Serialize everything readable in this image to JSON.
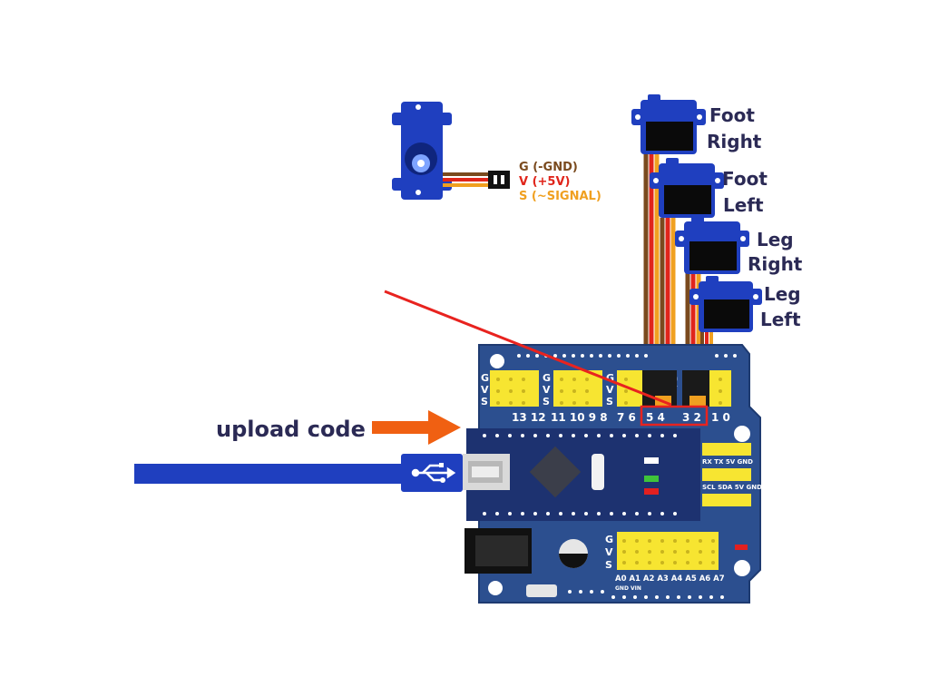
{
  "colors": {
    "board": "#2c4f8f",
    "board_edge": "#1e3a70",
    "header_yellow": "#f7e531",
    "nano": "#1d3270",
    "usb_cable": "#1f3fbf",
    "arrow_orange": "#f06012",
    "pointer_red": "#e8231f",
    "servo_blue": "#1f3fbf",
    "text_dark": "#2b2a55",
    "wire_brown": "#7a4a1e",
    "wire_red": "#e0251b",
    "wire_orange": "#f0a020"
  },
  "legend": {
    "g": "G (-GND)",
    "v": "V (+5V)",
    "s": "S (~SIGNAL)"
  },
  "servos": [
    {
      "label1": "Foot",
      "label2": "Right"
    },
    {
      "label1": "Foot",
      "label2": "Left"
    },
    {
      "label1": "Leg",
      "label2": "Right"
    },
    {
      "label1": "Leg",
      "label2": "Left"
    }
  ],
  "upload_label": "upload code",
  "board": {
    "gvs": [
      "G",
      "V",
      "S"
    ],
    "digital_pins": {
      "grp1": "13 12",
      "grp2": "11 10 9 8",
      "grp3": "7 6",
      "grp4": "5 4",
      "grp5": "3 2",
      "grp6": "1 0"
    },
    "serial_labels": "RX  TX  5V GND",
    "i2c_labels": "SCL SDA 5V GND",
    "analog_pins": "A0 A1 A2 A3 A4 A5 A6 A7",
    "power_labels": "GND VIN"
  }
}
